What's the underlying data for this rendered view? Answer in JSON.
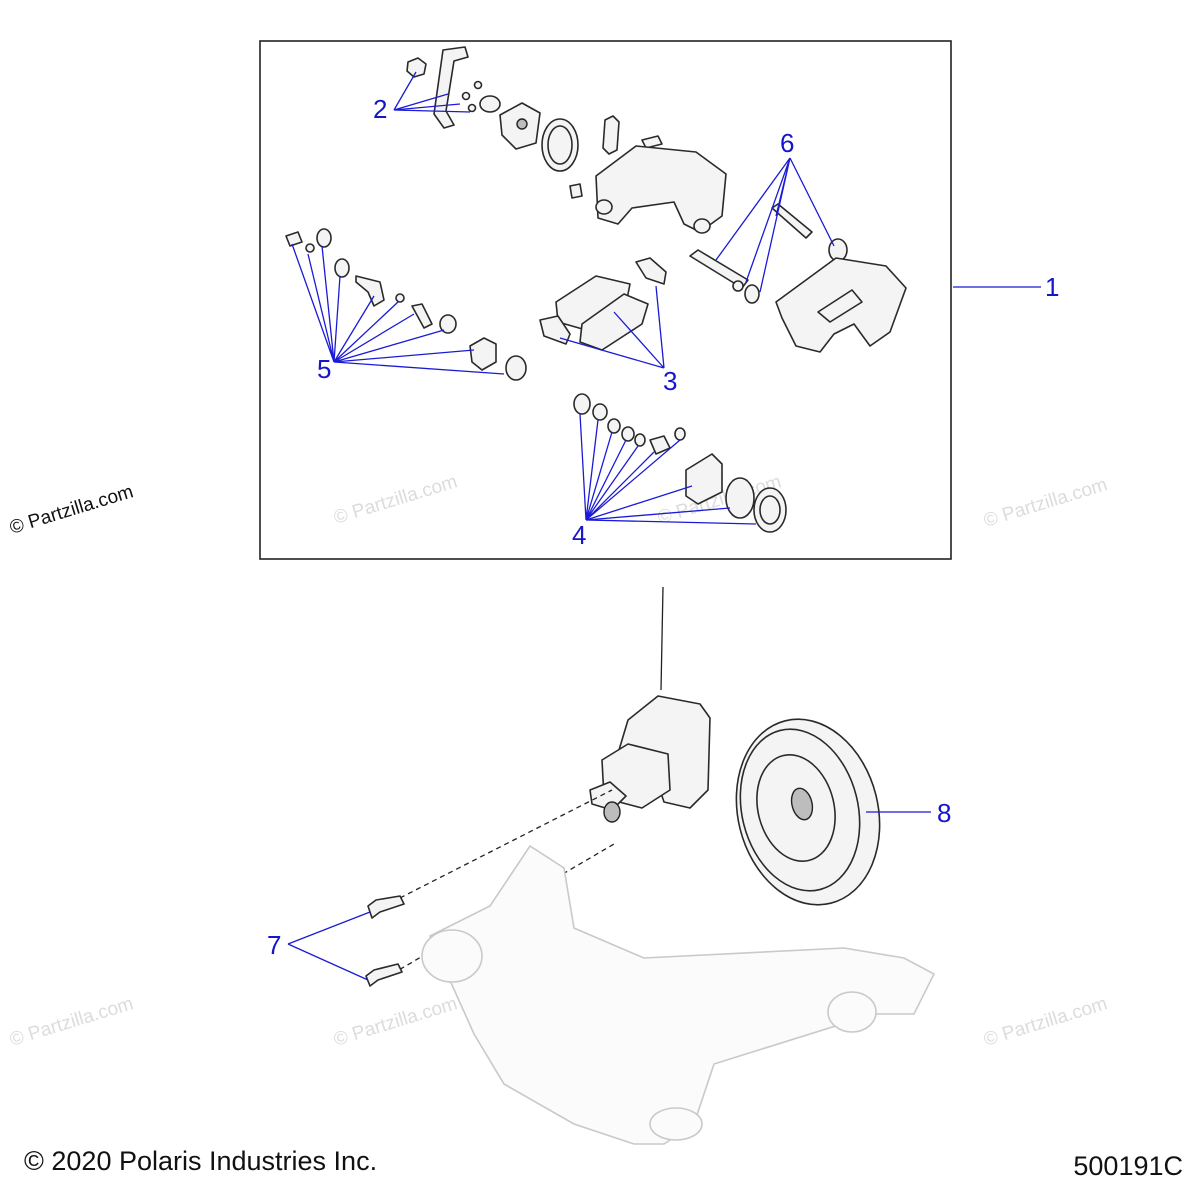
{
  "callouts": {
    "c1": "1",
    "c2": "2",
    "c3": "3",
    "c4": "4",
    "c5": "5",
    "c6": "6",
    "c7": "7",
    "c8": "8"
  },
  "watermark": {
    "text": "© Partzilla.com"
  },
  "footer": {
    "copyright": "© 2020 Polaris Industries Inc.",
    "diagram_number": "500191C"
  },
  "colors": {
    "callout_blue": "#1515cc",
    "line_black": "#2a2a2a",
    "watermark_gray": "#dcdcdc"
  }
}
